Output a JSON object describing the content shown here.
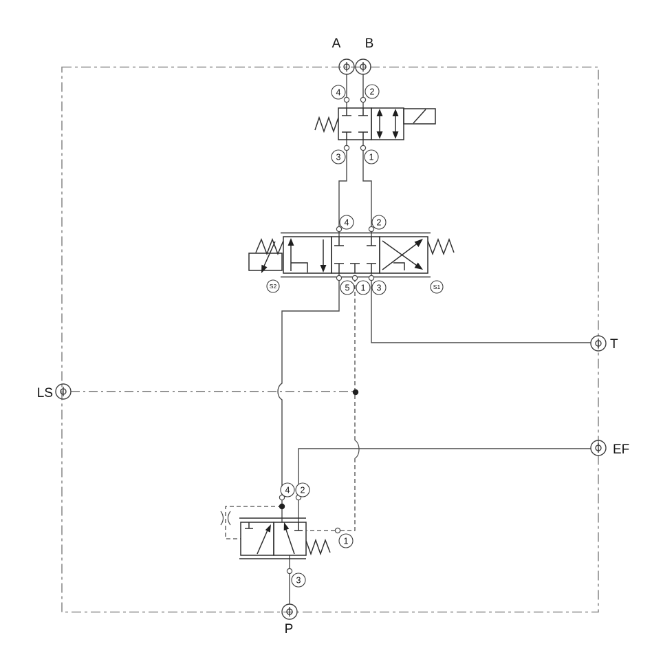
{
  "diagram": {
    "type": "hydraulic-valve-schematic",
    "ports": {
      "a": "A",
      "b": "B",
      "t": "T",
      "ef": "EF",
      "ls": "LS",
      "p": "P"
    },
    "selector_valve": {
      "description": "4-port 2-position solenoid selector valve, spring offset",
      "port_4": "4",
      "port_2": "2",
      "port_3": "3",
      "port_1": "1"
    },
    "main_valve": {
      "description": "5-port 3-position proportional spool valve, closed center",
      "port_4": "4",
      "port_2": "2",
      "port_5": "5",
      "port_1": "1",
      "port_3": "3",
      "solenoid_left": "S2",
      "solenoid_right": "S1"
    },
    "compensator": {
      "description": "2-position pressure compensator with pilot lines and fixed orifice",
      "port_4": "4",
      "port_2": "2",
      "port_1": "1",
      "port_3": "3"
    },
    "colors": {
      "circuit_line": "#4a4a4a",
      "valve_line": "#2e2e2e",
      "envelope": "#8c8c8c",
      "text": "#141414",
      "background": "#ffffff"
    }
  }
}
